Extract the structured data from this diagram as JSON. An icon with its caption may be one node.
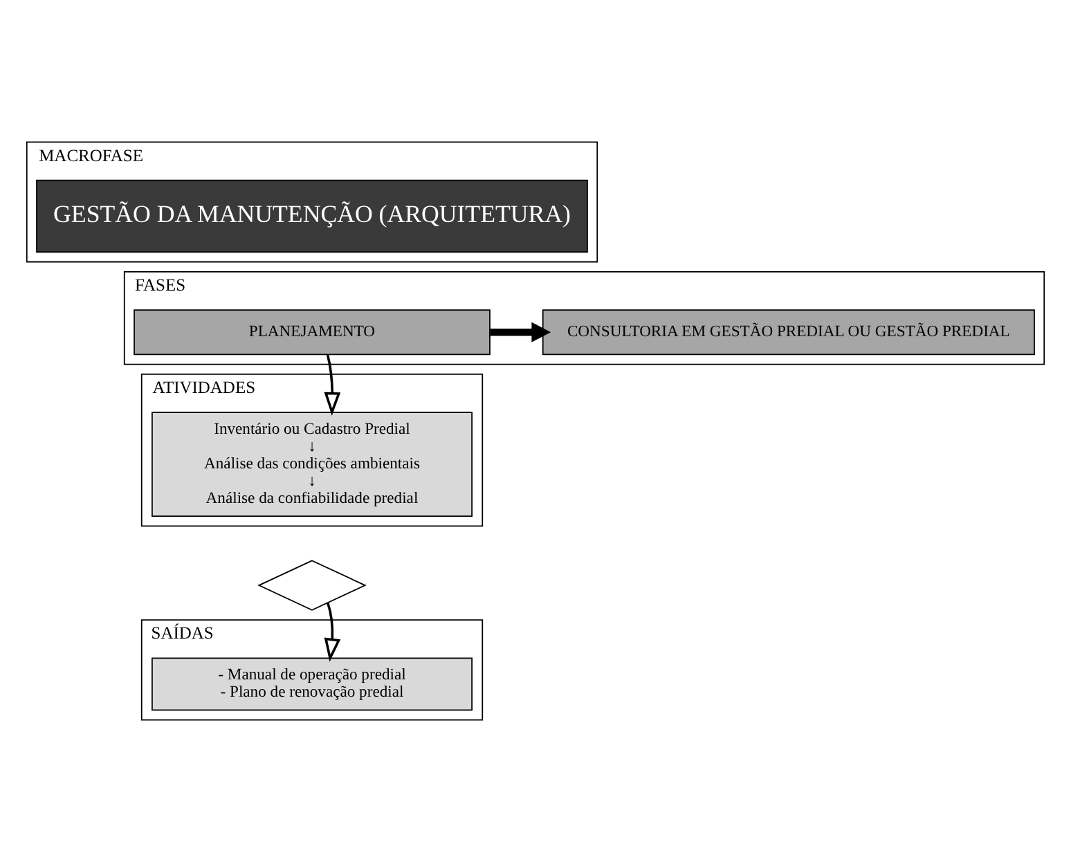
{
  "diagram": {
    "nodes": [
      {
        "text": [
          "MACROFASE"
        ]
      },
      {
        "text": [
          "GESTÃO DA MANUTENÇÃO (ARQUITETURA)"
        ],
        "in": 0
      },
      {
        "text": [
          "FASES"
        ]
      },
      {
        "text": [
          "PLANEJAMENTO"
        ],
        "in": 2
      },
      {
        "text": [
          "CONSULTORIA EM GESTÃO PREDIAL OU GESTÃO PREDIAL"
        ],
        "in": 2
      },
      {
        "text": [
          "ATIVIDADES"
        ]
      },
      {
        "text": [
          "Inventário ou Cadastro Predial",
          "↓",
          "Análise das condições ambientais",
          "↓",
          "Análise da confiabilidade predial"
        ],
        "in": 5
      },
      {
        "text": [],
        "shape": "diamond"
      },
      {
        "text": [
          "SAÍDAS"
        ]
      },
      {
        "text": [
          "- Manual de operação predial",
          "- Plano de renovação predial"
        ],
        "in": 8
      }
    ],
    "edges": [
      {
        "from": 3,
        "to": 4,
        "arrow": "to",
        "style": "thick"
      },
      {
        "from": 3,
        "to": 6,
        "arrow": "to"
      },
      {
        "from": 7,
        "to": 9,
        "arrow": "to"
      }
    ]
  }
}
